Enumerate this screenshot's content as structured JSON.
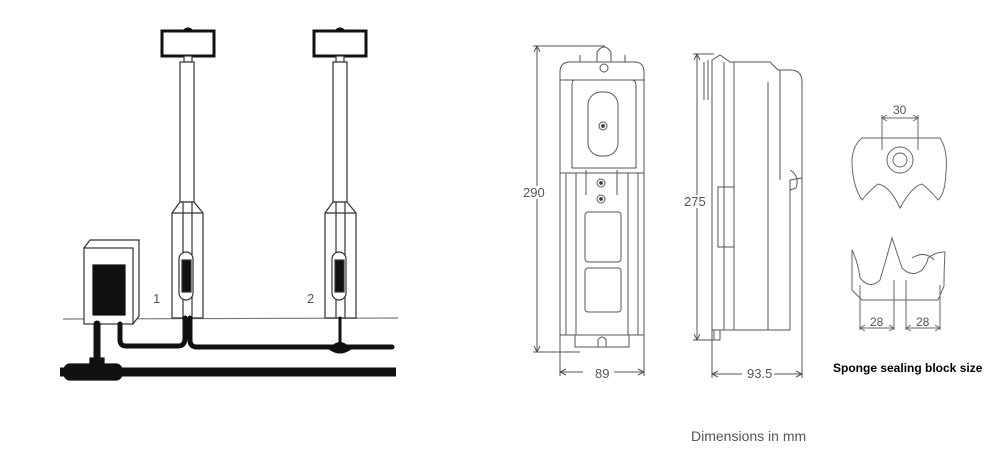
{
  "installation_diagram": {
    "pole_labels": [
      "1",
      "2"
    ]
  },
  "front_view": {
    "height_label": "290",
    "width_label": "89"
  },
  "side_view": {
    "height_label": "275",
    "width_label": "93.5"
  },
  "sponge_block": {
    "top_dimension": "30",
    "bottom_dimensions": [
      "28",
      "28"
    ],
    "caption": "Sponge sealing block size"
  },
  "units_caption": "Dimensions in mm",
  "colors": {
    "line": "#444444",
    "fill_dark": "#1a1a1a",
    "background": "#ffffff"
  }
}
